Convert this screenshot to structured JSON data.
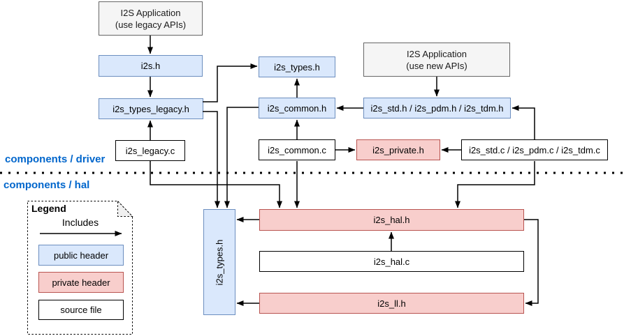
{
  "sections": {
    "driver": {
      "label": "components / driver"
    },
    "hal": {
      "label": "components / hal"
    }
  },
  "nodes": {
    "app_legacy": {
      "line1": "I2S Application",
      "line2": "(use legacy APIs)",
      "kind": "application"
    },
    "i2s_h": {
      "label": "i2s.h",
      "kind": "public header"
    },
    "i2s_types_legacy_h": {
      "label": "i2s_types_legacy.h",
      "kind": "public header"
    },
    "i2s_legacy_c": {
      "label": "i2s_legacy.c",
      "kind": "source file"
    },
    "i2s_types_h_driver": {
      "label": "i2s_types.h",
      "kind": "public header"
    },
    "i2s_common_h": {
      "label": "i2s_common.h",
      "kind": "public header"
    },
    "i2s_common_c": {
      "label": "i2s_common.c",
      "kind": "source file"
    },
    "app_new": {
      "line1": "I2S Application",
      "line2": "(use new APIs)",
      "kind": "application"
    },
    "i2s_std_pdm_tdm_h": {
      "label": "i2s_std.h / i2s_pdm.h / i2s_tdm.h",
      "kind": "public header"
    },
    "i2s_private_h": {
      "label": "i2s_private.h",
      "kind": "private header"
    },
    "i2s_std_pdm_tdm_c": {
      "label": "i2s_std.c / i2s_pdm.c / i2s_tdm.c",
      "kind": "source file"
    },
    "i2s_types_h_hal": {
      "label": "i2s_types.h",
      "kind": "public header"
    },
    "i2s_hal_h": {
      "label": "i2s_hal.h",
      "kind": "private header"
    },
    "i2s_hal_c": {
      "label": "i2s_hal.c",
      "kind": "source file"
    },
    "i2s_ll_h": {
      "label": "i2s_ll.h",
      "kind": "private header"
    }
  },
  "edges": [
    {
      "from": "I2S Application (use legacy APIs)",
      "to": "i2s.h"
    },
    {
      "from": "i2s.h",
      "to": "i2s_types_legacy.h"
    },
    {
      "from": "i2s_legacy.c",
      "to": "i2s_types_legacy.h"
    },
    {
      "from": "i2s_types_legacy.h",
      "to": "i2s_types.h (driver)"
    },
    {
      "from": "i2s_types_legacy.h",
      "to": "i2s_types.h (hal)"
    },
    {
      "from": "i2s_common.h",
      "to": "i2s_types.h (driver)"
    },
    {
      "from": "i2s_common.h",
      "to": "i2s_types.h (hal)"
    },
    {
      "from": "i2s_common.c",
      "to": "i2s_common.h"
    },
    {
      "from": "i2s_common.c",
      "to": "i2s_private.h"
    },
    {
      "from": "i2s_common.c",
      "to": "i2s_hal.h"
    },
    {
      "from": "i2s_std.h / i2s_pdm.h / i2s_tdm.h",
      "to": "i2s_common.h"
    },
    {
      "from": "I2S Application (use new APIs)",
      "to": "i2s_std.h / i2s_pdm.h / i2s_tdm.h"
    },
    {
      "from": "i2s_std.c / i2s_pdm.c / i2s_tdm.c",
      "to": "i2s_std.h / i2s_pdm.h / i2s_tdm.h"
    },
    {
      "from": "i2s_std.c / i2s_pdm.c / i2s_tdm.c",
      "to": "i2s_private.h"
    },
    {
      "from": "i2s_std.c / i2s_pdm.c / i2s_tdm.c",
      "to": "i2s_hal.h"
    },
    {
      "from": "i2s_legacy.c",
      "to": "i2s_hal.h"
    },
    {
      "from": "i2s_hal.h",
      "to": "i2s_types.h (hal)"
    },
    {
      "from": "i2s_ll.h",
      "to": "i2s_types.h (hal)"
    },
    {
      "from": "i2s_hal.c",
      "to": "i2s_hal.h"
    },
    {
      "from": "i2s_hal.h",
      "to": "i2s_ll.h"
    }
  ],
  "legend": {
    "title": "Legend",
    "arrow_label": "Includes",
    "items": [
      {
        "label": "public header",
        "fill": "#dae8fc",
        "border": "#6c8ebf"
      },
      {
        "label": "private header",
        "fill": "#f8cecc",
        "border": "#b85450"
      },
      {
        "label": "source file",
        "fill": "#ffffff",
        "border": "#000000"
      }
    ]
  },
  "colors": {
    "public_header_fill": "#dae8fc",
    "public_header_border": "#6c8ebf",
    "private_header_fill": "#f8cecc",
    "private_header_border": "#b85450",
    "application_fill": "#f5f5f5",
    "application_border": "#666666",
    "section_label": "#0066cc",
    "connector": "#000000"
  }
}
